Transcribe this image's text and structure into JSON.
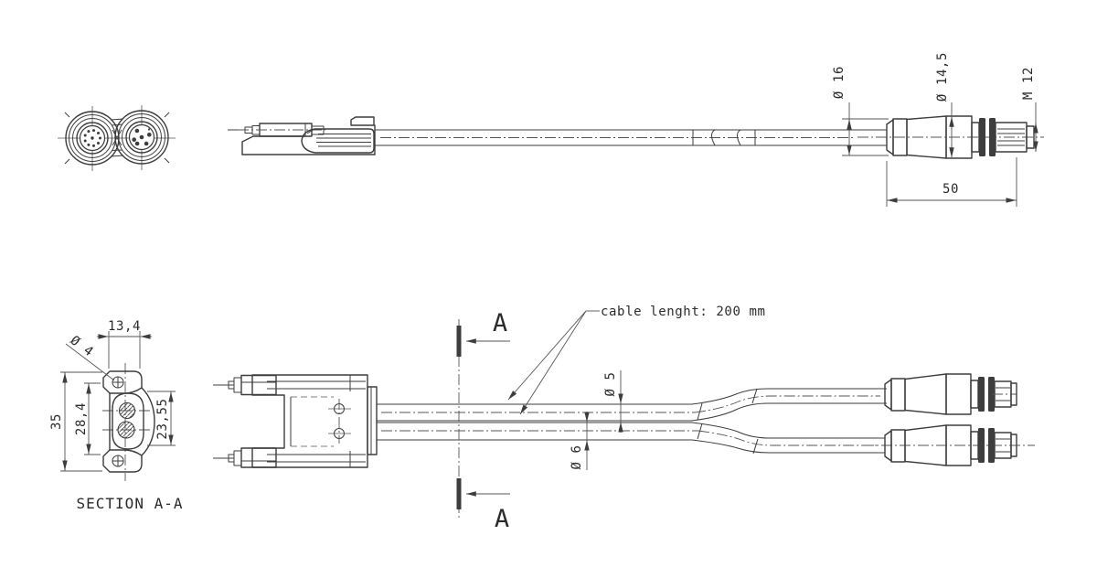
{
  "drawing": {
    "top_view_dimensions": {
      "boot_diameter": "Ø 16",
      "body_diameter": "Ø 14,5",
      "thread": "M 12",
      "connector_length": "50"
    },
    "section_view": {
      "title": "SECTION A-A",
      "width": "13,4",
      "hole_diameter": "Ø 4",
      "height": "35",
      "hole_spacing": "28,4",
      "inner_height": "23,55"
    },
    "bottom_view": {
      "note": "cable lenght: 200 mm",
      "cable_top_diameter": "Ø 5",
      "cable_bottom_diameter": "Ø 6",
      "section_marker": "A"
    },
    "colors": {
      "line": "#3d3d3d",
      "thin_line": "#555555",
      "text": "#2b2b2b",
      "background": "#ffffff"
    }
  }
}
